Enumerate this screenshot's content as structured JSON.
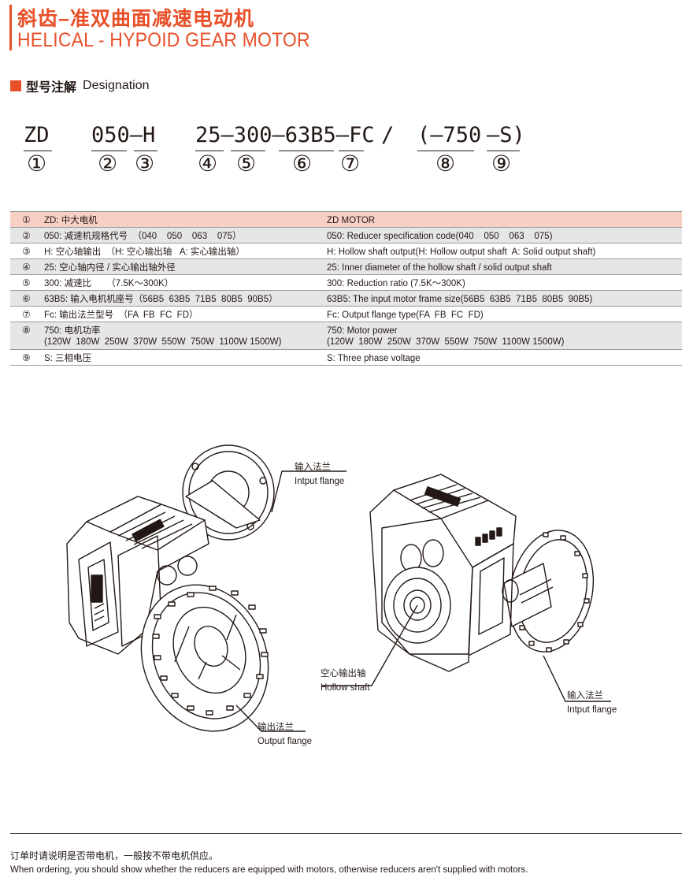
{
  "header": {
    "title_cn": "斜齿–准双曲面减速电动机",
    "title_en": "HELICAL - HYPOID GEAR MOTOR",
    "accent_color": "#e8502a"
  },
  "section": {
    "title_cn": "型号注解",
    "title_en": "Designation"
  },
  "designation": {
    "parts": [
      "ZD",
      "050–H",
      "25–300–63B5–FC",
      "/",
      "(–750",
      "–S)"
    ],
    "markers": [
      "①",
      "②",
      "③",
      "④",
      "⑤",
      "⑥",
      "⑦",
      "⑧",
      "⑨"
    ]
  },
  "table": {
    "rows": [
      {
        "num": "①",
        "cn": "ZD: 中大电机",
        "en": "ZD MOTOR"
      },
      {
        "num": "②",
        "cn": "050: 减速机规格代号  （040    050    063    075）",
        "en": "050: Reducer specification code(040    050    063    075)"
      },
      {
        "num": "③",
        "cn": "H: 空心轴输出  （H: 空心输出轴   A: 实心输出轴）",
        "en": "H: Hollow shaft output(H: Hollow output shaft  A: Solid output shaft)"
      },
      {
        "num": "④",
        "cn": "25: 空心轴内径 / 实心输出轴外径",
        "en": "25: Inner diameter of the hollow shaft / solid output shaft"
      },
      {
        "num": "⑤",
        "cn": "300: 减速比      （7.5K～300K）",
        "en": "300: Reduction ratio (7.5K～300K)"
      },
      {
        "num": "⑥",
        "cn": "63B5: 输入电机机座号（56B5  63B5  71B5  80B5  90B5）",
        "en": "63B5: The input motor frame size(56B5  63B5  71B5  80B5  90B5)"
      },
      {
        "num": "⑦",
        "cn": "Fc: 输出法兰型号  （FA  FB  FC  FD）",
        "en": "Fc: Output flange type(FA  FB  FC  FD)"
      },
      {
        "num": "⑧",
        "cn": "750: 电机功率\n(120W  180W  250W  370W  550W  750W  1100W 1500W)",
        "en": "750: Motor power\n(120W  180W  250W  370W  550W  750W  1100W 1500W)"
      },
      {
        "num": "⑨",
        "cn": "S: 三相电压",
        "en": "S: Three phase voltage"
      }
    ]
  },
  "callouts": {
    "input_flange_1": {
      "cn": "输入法兰",
      "en": "Intput flange"
    },
    "output_flange": {
      "cn": "输出法兰",
      "en": "Output flange"
    },
    "hollow_shaft": {
      "cn": "空心输出轴",
      "en": "Hollow shaft"
    },
    "input_flange_2": {
      "cn": "输入法兰",
      "en": "Intput flange"
    }
  },
  "footer": {
    "note_cn": "订单时请说明是否带电机，一般按不带电机供应。",
    "note_en": "When ordering, you should show whether the reducers are equipped with motors, otherwise reducers aren't supplied with motors."
  }
}
